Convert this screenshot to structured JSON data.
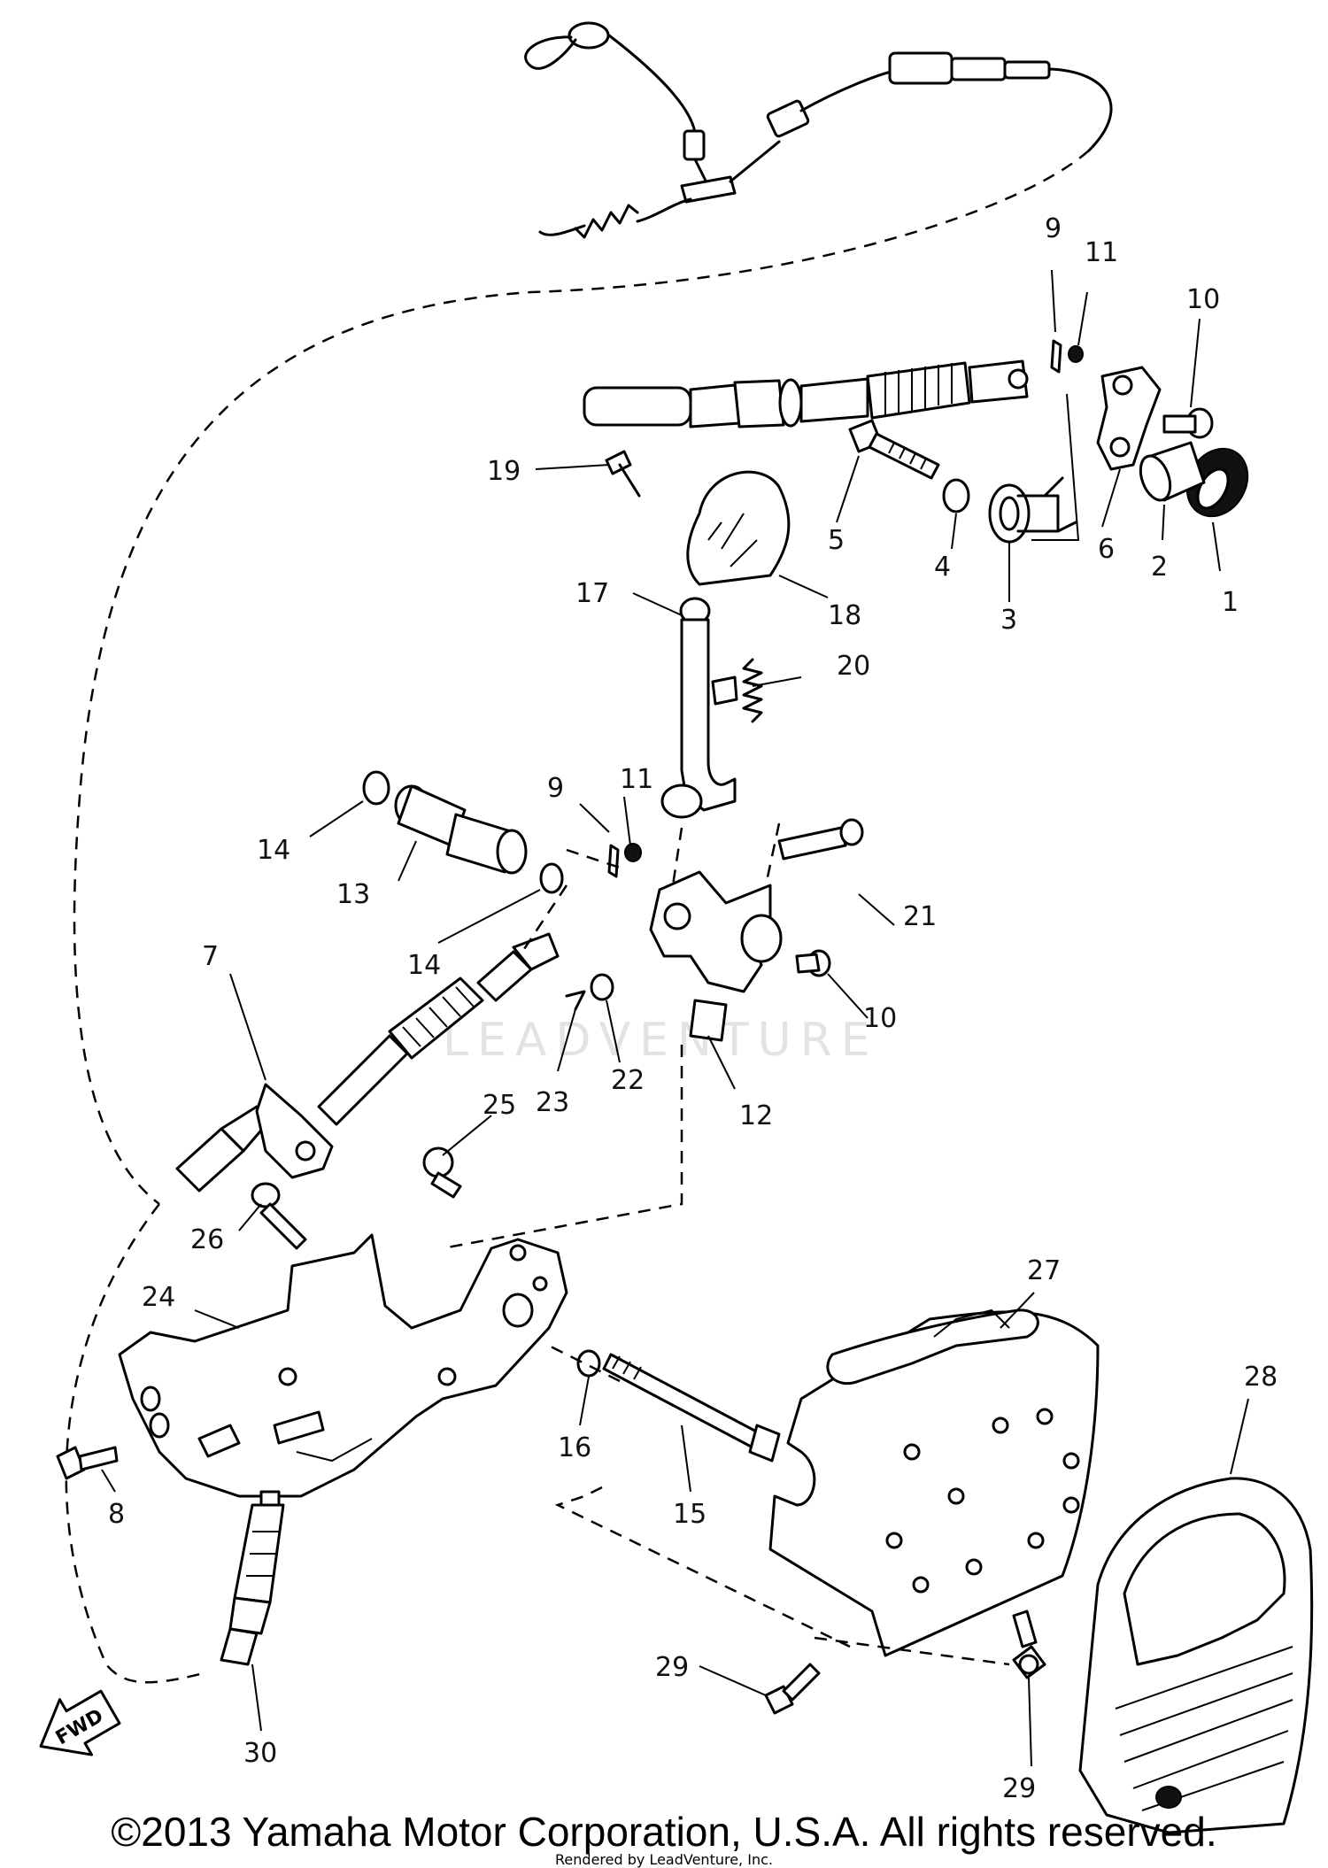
{
  "watermark": "LEADVENTURE",
  "copyright": "©2013 Yamaha Motor Corporation, U.S.A. All rights reserved.",
  "rendered_by": "Rendered by LeadVenture, Inc.",
  "fwd_label": "FWD",
  "callouts": [
    "1",
    "2",
    "3",
    "4",
    "5",
    "6",
    "7",
    "8",
    "9",
    "10",
    "11",
    "12",
    "13",
    "14",
    "15",
    "16",
    "17",
    "18",
    "19",
    "20",
    "21",
    "22",
    "23",
    "24",
    "25",
    "26",
    "27",
    "28",
    "29",
    "30"
  ],
  "labels": {
    "c1": "1",
    "c2": "2",
    "c3": "3",
    "c4": "4",
    "c5": "5",
    "c6": "6",
    "c7": "7",
    "c8": "8",
    "c9a": "9",
    "c9b": "9",
    "c10a": "10",
    "c10b": "10",
    "c11a": "11",
    "c11b": "11",
    "c12": "12",
    "c13": "13",
    "c14a": "14",
    "c14b": "14",
    "c15": "15",
    "c16": "16",
    "c17": "17",
    "c18": "18",
    "c19": "19",
    "c20": "20",
    "c21": "21",
    "c22": "22",
    "c23": "23",
    "c24": "24",
    "c25": "25",
    "c26": "26",
    "c27": "27",
    "c28": "28",
    "c29a": "29",
    "c29b": "29",
    "c30": "30"
  }
}
